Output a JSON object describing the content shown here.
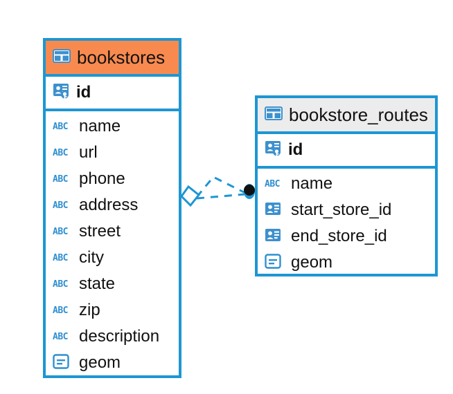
{
  "diagram": {
    "type": "entity-relationship-diagram",
    "background_color": "#ffffff",
    "colors": {
      "border_blue": "#1e96d2",
      "header_orange": "#f98a4f",
      "header_gray": "#ececec",
      "icon_blue": "#2f8fd0",
      "text": "#111111",
      "connector_dot": "#111111"
    }
  },
  "entities": [
    {
      "name": "bookstores",
      "header_color": "#f98a4f",
      "header_icon": "table-icon",
      "primary_keys": [
        {
          "label": "id",
          "icon": "primary-key-icon",
          "type": "pk"
        }
      ],
      "fields": [
        {
          "label": "name",
          "icon": "abc-icon",
          "icon_text": "ABC",
          "type": "text"
        },
        {
          "label": "url",
          "icon": "abc-icon",
          "icon_text": "ABC",
          "type": "text"
        },
        {
          "label": "phone",
          "icon": "abc-icon",
          "icon_text": "ABC",
          "type": "text"
        },
        {
          "label": "address",
          "icon": "abc-icon",
          "icon_text": "ABC",
          "type": "text"
        },
        {
          "label": "street",
          "icon": "abc-icon",
          "icon_text": "ABC",
          "type": "text"
        },
        {
          "label": "city",
          "icon": "abc-icon",
          "icon_text": "ABC",
          "type": "text"
        },
        {
          "label": "state",
          "icon": "abc-icon",
          "icon_text": "ABC",
          "type": "text"
        },
        {
          "label": "zip",
          "icon": "abc-icon",
          "icon_text": "ABC",
          "type": "text"
        },
        {
          "label": "description",
          "icon": "abc-icon",
          "icon_text": "ABC",
          "type": "text"
        },
        {
          "label": "geom",
          "icon": "geometry-icon",
          "type": "geometry"
        }
      ]
    },
    {
      "name": "bookstore_routes",
      "header_color": "#ececec",
      "header_icon": "table-icon",
      "primary_keys": [
        {
          "label": "id",
          "icon": "primary-key-icon",
          "type": "pk"
        }
      ],
      "fields": [
        {
          "label": "name",
          "icon": "abc-icon",
          "icon_text": "ABC",
          "type": "text"
        },
        {
          "label": "start_store_id",
          "icon": "foreign-key-icon",
          "type": "fk"
        },
        {
          "label": "end_store_id",
          "icon": "foreign-key-icon",
          "type": "fk"
        },
        {
          "label": "geom",
          "icon": "geometry-icon",
          "type": "geometry"
        }
      ]
    }
  ],
  "relationships": [
    {
      "from": "bookstores",
      "to": "bookstore_routes",
      "line_style": "dashed",
      "from_marker": "diamond-open",
      "to_marker": "dot-filled",
      "branches": 2
    }
  ]
}
